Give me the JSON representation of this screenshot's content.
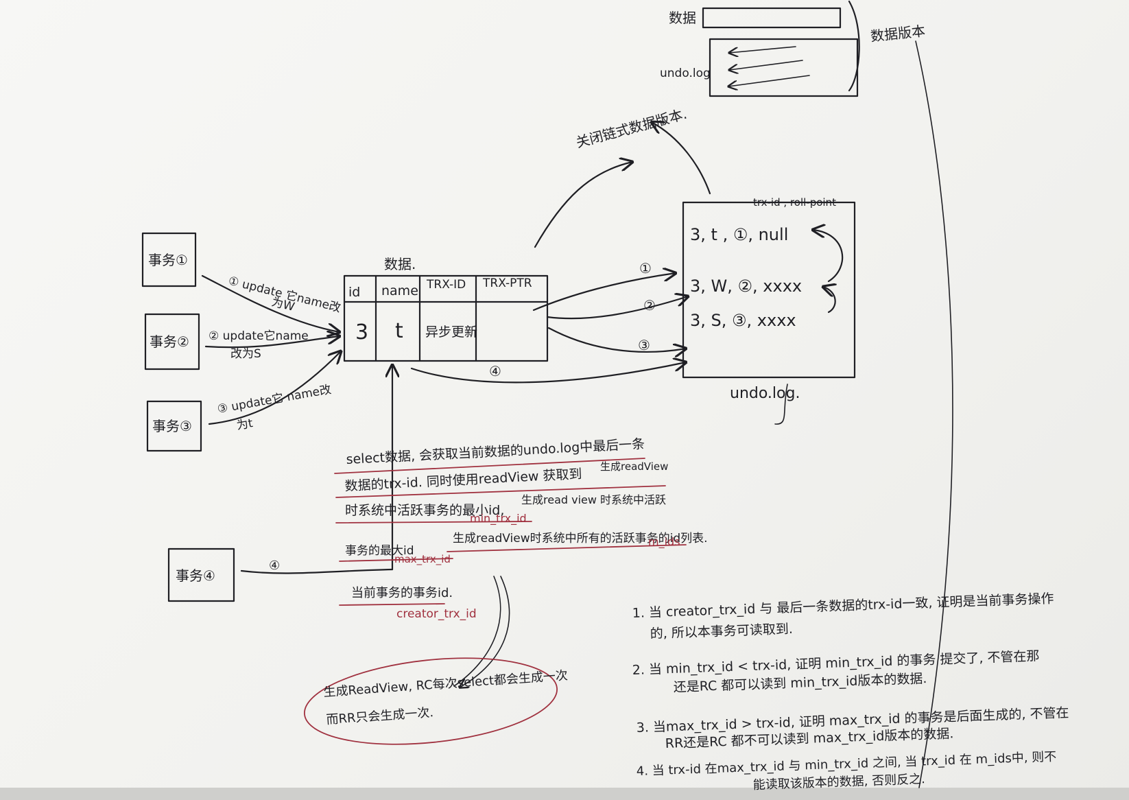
{
  "transactions": {
    "t1": "事务①",
    "t2": "事务②",
    "t3": "事务③",
    "t4": "事务④"
  },
  "updates": {
    "u1_line1": "① update 它name改",
    "u1_line2": "为W",
    "u2_line1": "② update它name",
    "u2_line2": "改为S",
    "u3_line1": "③ update它 name改",
    "u3_line2": "为t"
  },
  "data_table": {
    "title": "数据.",
    "headers": [
      "id",
      "name",
      "TRX-ID",
      "TRX-PTR"
    ],
    "row": [
      "3",
      "t",
      "异步更新",
      ""
    ]
  },
  "undo_log": {
    "header": "trx-id , roll-point",
    "rows": [
      {
        "text": "3, t , ①, null"
      },
      {
        "text": "3, W, ②, xxxx"
      },
      {
        "text": "3, S, ③, xxxx"
      }
    ],
    "label": "undo.log."
  },
  "arrow_labels": [
    "①",
    "②",
    "③",
    "④",
    "④"
  ],
  "version_chain_note": "关闭链式数据版本.",
  "top_right": {
    "data_label": "数据",
    "undo_label": "undo.log",
    "chain_label": "数据版本"
  },
  "select_note": {
    "line1": "select数据, 会获取当前数据的undo.log中最后一条",
    "line2": "数据的trx-id. 同时使用readView 获取到",
    "line2b": "生成readView",
    "line3": "时系统中活跃事务的最小id,",
    "line3b": "生成read view 时系统中活跃",
    "line4": "min_trx_id",
    "line5": "的事务id列表.",
    "line5b": "生成readView时系统中所有的活跃事务的id列表.",
    "line6": "m_ids",
    "line7": "事务的最大id",
    "line8": "max_trx_id",
    "line9": "当前事务的事务id.",
    "line10": "creator_trx_id"
  },
  "circle_note": {
    "line1": "生成ReadView, RC每次select都会生成一次",
    "line2": "而RR只会生成一次."
  },
  "rules": {
    "r1_line1": "1. 当 creator_trx_id 与 最后一条数据的trx-id一致, 证明是当前事务操作",
    "r1_line2": "的, 所以本事务可读取到.",
    "r2_line1": "2. 当 min_trx_id < trx-id, 证明 min_trx_id 的事务 提交了, 不管在那",
    "r2_line2": "还是RC 都可以读到 min_trx_id版本的数据.",
    "r3_line1": "3. 当max_trx_id  > trx-id, 证明 max_trx_id 的事务是后面生成的, 不管在",
    "r3_line2": "RR还是RC 都不可以读到 max_trx_id版本的数据.",
    "r4_line1": "4. 当 trx-id 在max_trx_id 与 min_trx_id 之间, 当 trx_id 在 m_ids中, 则不",
    "r4_line2": "能读取该版本的数据, 否则反之."
  }
}
